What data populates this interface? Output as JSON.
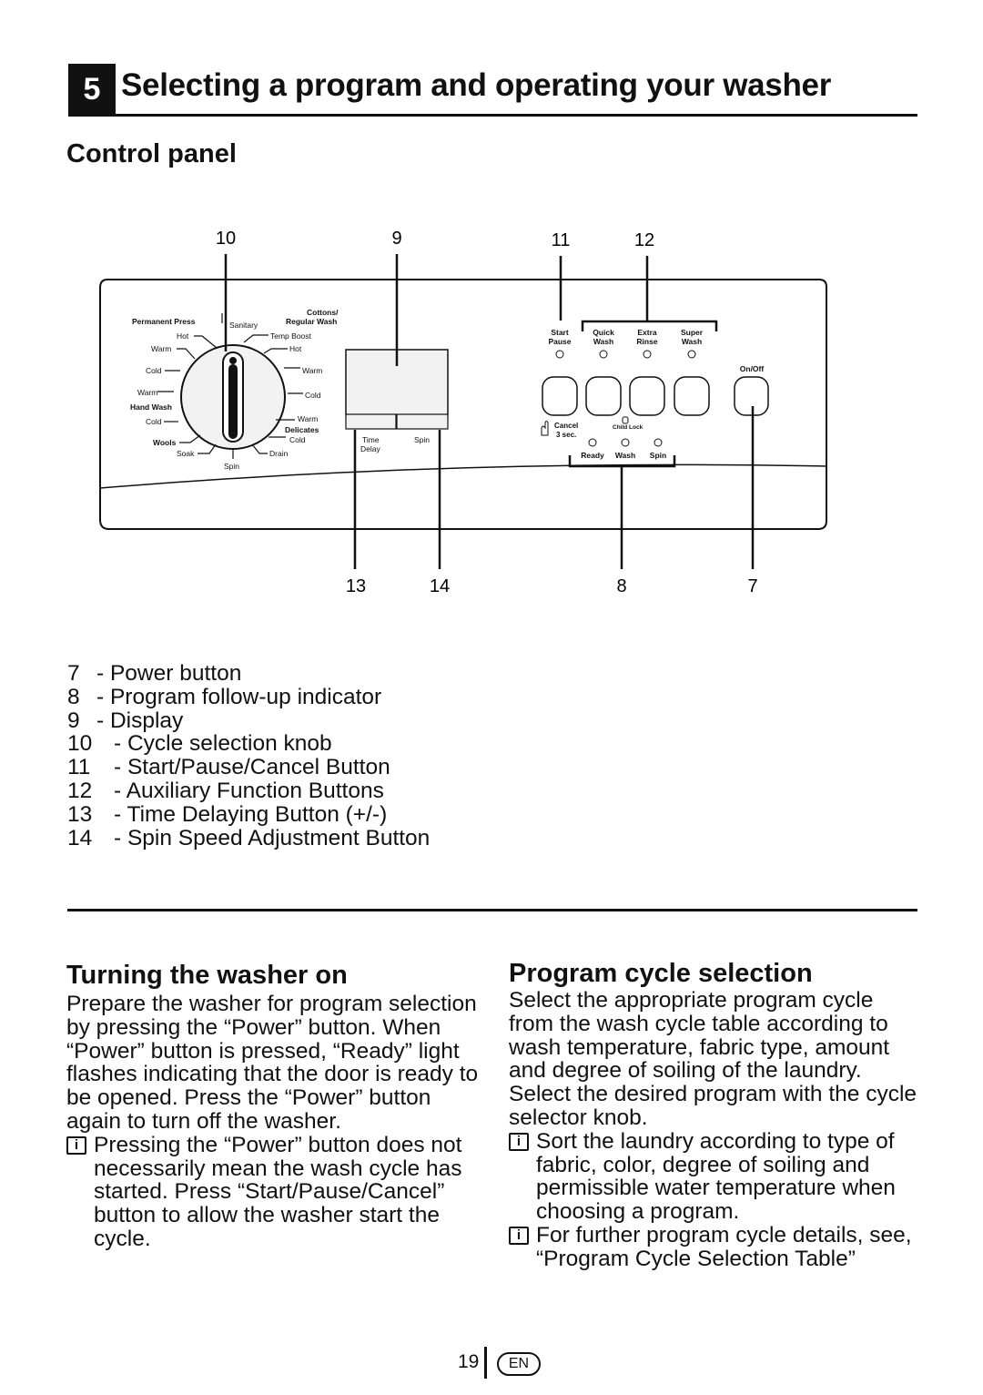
{
  "header": {
    "section_number": "5",
    "title": "Selecting a program and operating your washer"
  },
  "control_panel": {
    "heading": "Control panel",
    "callouts": {
      "c10": "10",
      "c9": "9",
      "c11": "11",
      "c12": "12",
      "c13": "13",
      "c14": "14",
      "c8": "8",
      "c7": "7"
    },
    "dial_labels": {
      "permanent_press": "Permanent Press",
      "sanitary": "Sanitary",
      "cottons": "Cottons/",
      "regular_wash": "Regular Wash",
      "hot_left": "Hot",
      "temp_boost": "Temp Boost",
      "warm_left1": "Warm",
      "hot_right": "Hot",
      "cold_left1": "Cold",
      "warm_right": "Warm",
      "warm_left2": "Warm",
      "cold_right": "Cold",
      "hand_wash": "Hand Wash",
      "warm_right2": "Warm",
      "cold_left2": "Cold",
      "delicates": "Delicates",
      "wools": "Wools",
      "cold_right2": "Cold",
      "soak": "Soak",
      "drain": "Drain",
      "spin": "Spin"
    },
    "display_buttons": {
      "time_delay_1": "Time",
      "time_delay_2": "Delay",
      "spin": "Spin"
    },
    "buttons": {
      "start_1": "Start",
      "start_2": "Pause",
      "quick_1": "Quick",
      "quick_2": "Wash",
      "extra_1": "Extra",
      "extra_2": "Rinse",
      "super_1": "Super",
      "super_2": "Wash",
      "on_off": "On/Off",
      "cancel_1": "Cancel",
      "cancel_2": "3 sec.",
      "child_lock": "Child Lock"
    },
    "indicators": {
      "ready": "Ready",
      "wash": "Wash",
      "spin": "Spin"
    }
  },
  "legend": [
    {
      "num": "7",
      "text": "- Power button"
    },
    {
      "num": "8",
      "text": "- Program follow-up indicator"
    },
    {
      "num": "9",
      "text": "- Display"
    },
    {
      "num": "10",
      "text": "- Cycle selection knob"
    },
    {
      "num": "11",
      "text": "- Start/Pause/Cancel Button"
    },
    {
      "num": "12",
      "text": "- Auxiliary Function Buttons"
    },
    {
      "num": "13",
      "text": "- Time Delaying Button (+/-)"
    },
    {
      "num": "14",
      "text": "- Spin Speed Adjustment Button"
    }
  ],
  "turning_on": {
    "heading": "Turning the washer on",
    "paragraph": "Prepare the washer for program selection by pressing the “Power” button. When “Power” button is pressed, “Ready” light flashes indicating that the door is ready to be opened. Press the “Power” button again to turn off the washer.",
    "note": "Pressing the “Power” button does not necessarily mean the wash cycle has started. Press “Start/Pause/Cancel” button to allow the washer start the cycle."
  },
  "program_selection": {
    "heading": "Program cycle selection",
    "paragraph": "Select the appropriate program cycle from the wash cycle table according to wash temperature, fabric type, amount and degree of soiling of the laundry. Select the desired program with the cycle selector knob.",
    "note1": "Sort the laundry according to type of fabric, color, degree of soiling and permissible water temperature when choosing a program.",
    "note2": "For further program cycle details, see, “Program Cycle Selection Table”"
  },
  "footer": {
    "page": "19",
    "lang": "EN"
  },
  "info_icon_glyph": "i"
}
